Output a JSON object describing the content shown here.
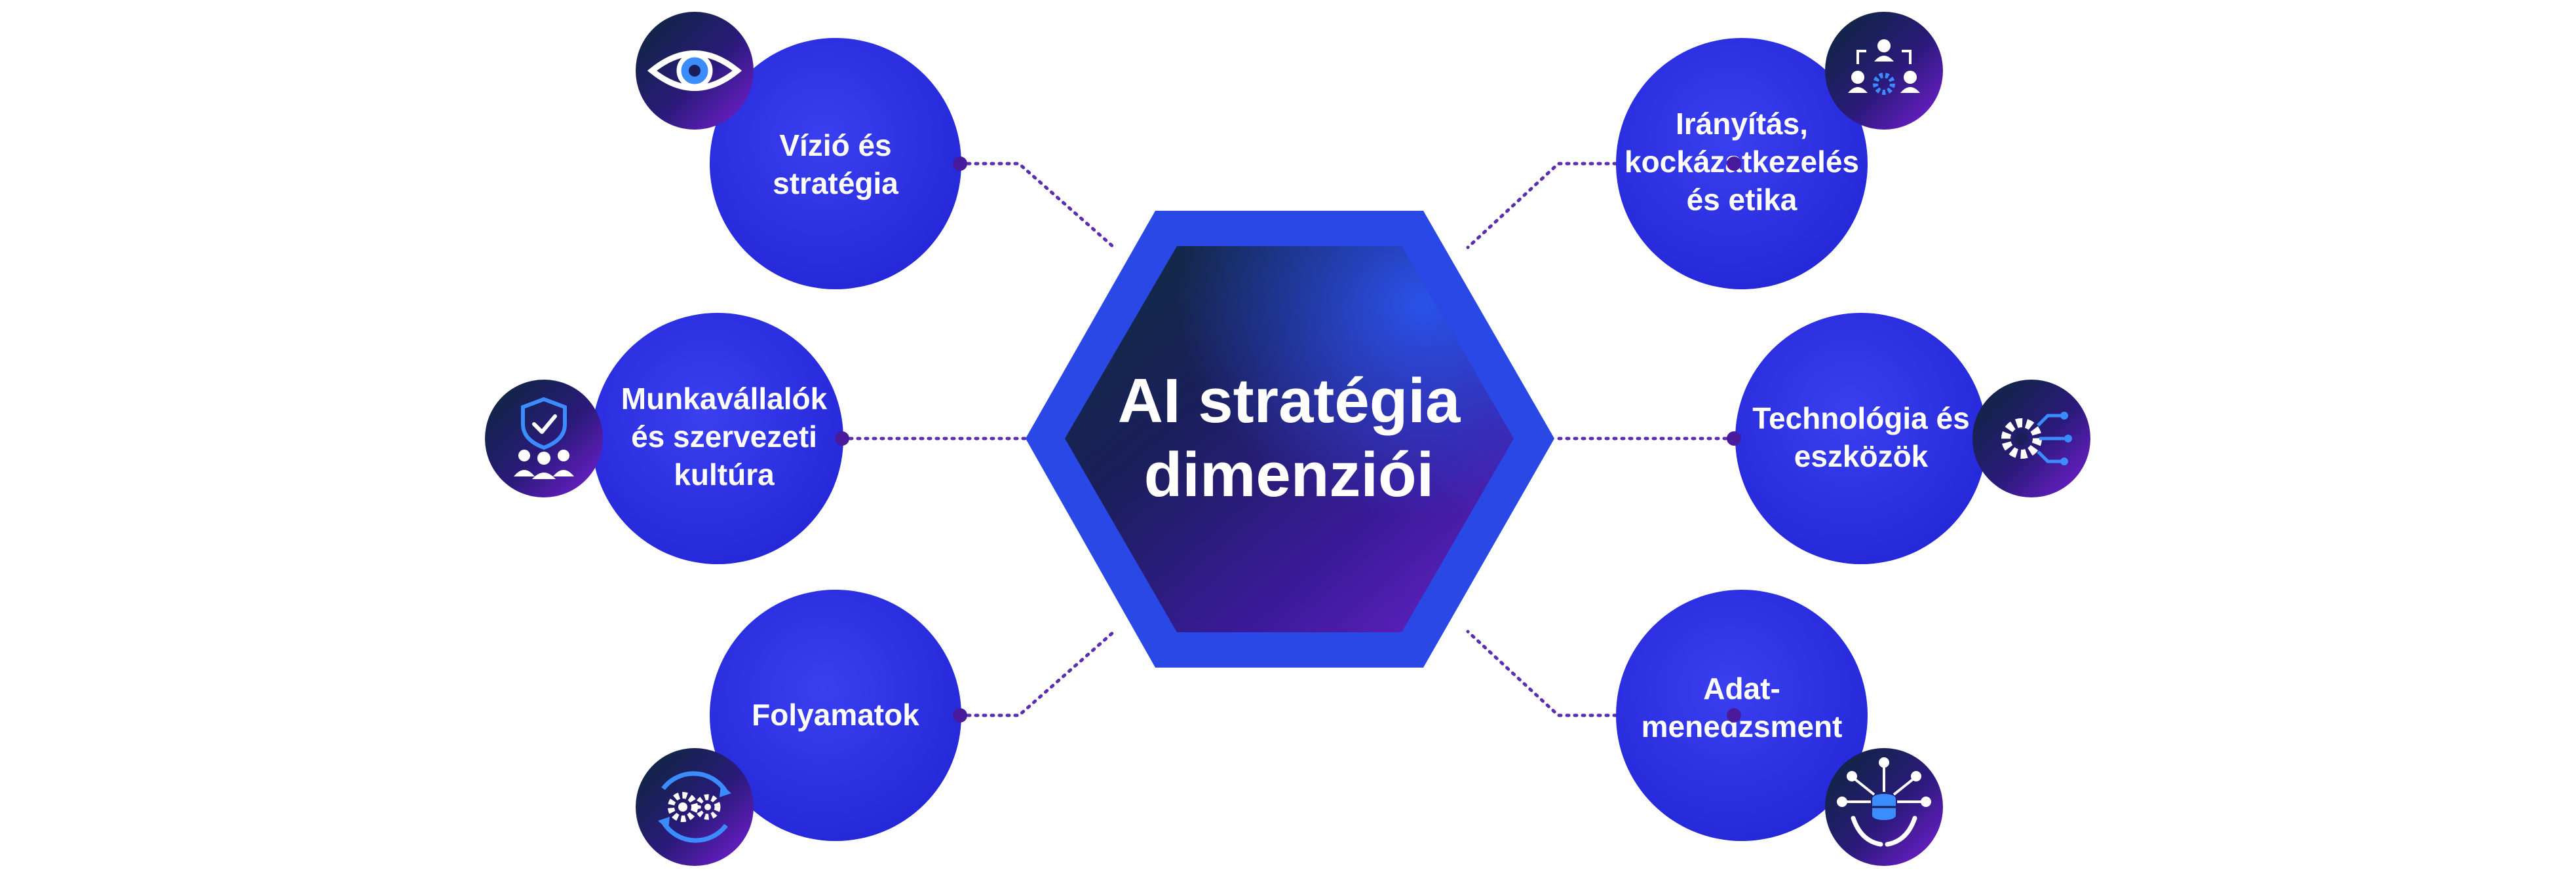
{
  "center": {
    "title_line1": "AI stratégia",
    "title_line2": "dimenziói"
  },
  "nodes": {
    "vision": {
      "line1": "Vízió és",
      "line2": "stratégia",
      "icon": "eye-icon"
    },
    "governance": {
      "line1": "Irányítás,",
      "line2": "kockázatkezelés",
      "line3": "és etika",
      "icon": "team-process-icon"
    },
    "workforce": {
      "line1": "Munkavállalók",
      "line2": "és szervezeti",
      "line3": "kultúra",
      "icon": "shield-people-icon"
    },
    "technology": {
      "line1": "Technológia és",
      "line2": "eszközök",
      "icon": "gear-circuit-icon"
    },
    "processes": {
      "line1": "Folyamatok",
      "icon": "gears-cycle-icon"
    },
    "data": {
      "line1": "Adat-",
      "line2": "menedzsment",
      "icon": "data-hands-icon"
    }
  },
  "colors": {
    "node_blue": "#2f33e8",
    "hex_outer": "#2948e6",
    "connector": "#5a2db3",
    "dot": "#4a1a9c"
  }
}
